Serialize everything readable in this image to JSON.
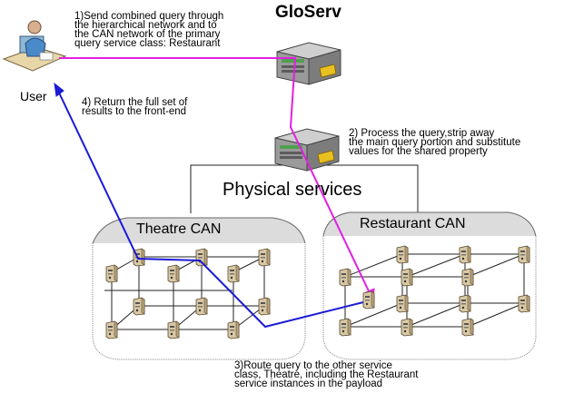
{
  "title": "GloServ",
  "physical_services_label": "Physical services",
  "user_label": "User",
  "groups": {
    "theatre": "Theatre CAN",
    "restaurant": "Restaurant CAN"
  },
  "steps": {
    "step1": "1)Send combined query through\nthe hierarchical network and to\nthe CAN network of the primary\nquery service class: Restaurant",
    "step2": "2) Process the query,strip away\nthe main query portion and substitute\nvalues for the shared property",
    "step3": "3)Route query to the other service\nclass, Theatre, including the Restaurant\nservice instances in the payload",
    "step4": "4) Return the full set of\nresults to the front-end"
  },
  "colors": {
    "query_path": "#e020e0",
    "return_path": "#1a1ad8",
    "node_fill": "#d8c8a4",
    "server_fill": "#9a9a9a",
    "cloud_fill": "#dcdcdc"
  }
}
